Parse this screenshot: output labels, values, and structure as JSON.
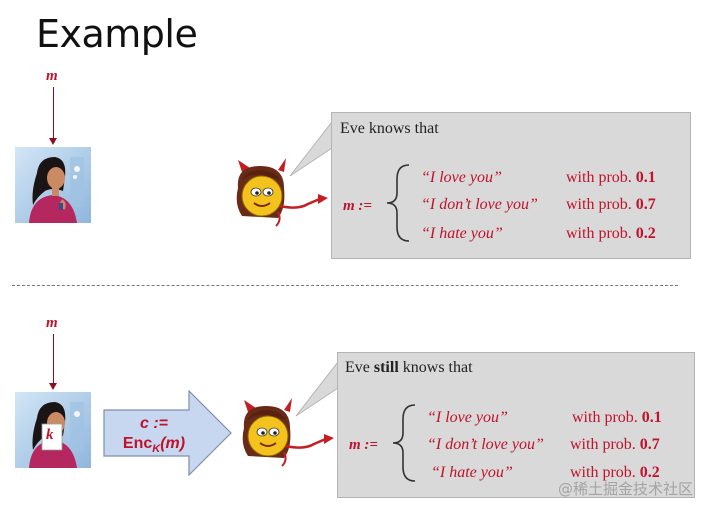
{
  "title": "Example",
  "top": {
    "message_var": "m",
    "callout_header_prefix": "Eve knows that",
    "m_label": "m :=",
    "rows": [
      {
        "message": "“I love you”",
        "prob_text": "with prob.",
        "prob_value": "0.1"
      },
      {
        "message": "“I don’t love you”",
        "prob_text": "with prob.",
        "prob_value": "0.7"
      },
      {
        "message": "“I hate you”",
        "prob_text": "with prob.",
        "prob_value": "0.2"
      }
    ]
  },
  "bottom": {
    "message_var": "m",
    "key_label": "k",
    "enc_line1": "c :=",
    "enc_line2": "Enc",
    "enc_sub": "K",
    "enc_arg": "(m)",
    "callout_header_prefix": "Eve ",
    "callout_header_bold": "still",
    "callout_header_suffix": " knows that",
    "m_label": "m :=",
    "rows": [
      {
        "message": "“I love you”",
        "prob_text": "with prob.",
        "prob_value": "0.1"
      },
      {
        "message": "“I don’t love you”",
        "prob_text": "with prob.",
        "prob_value": "0.7"
      },
      {
        "message": "“I hate you”",
        "prob_text": "with prob.",
        "prob_value": "0.2"
      }
    ]
  },
  "watermark": "@稀土掘金技术社区",
  "colors": {
    "accent": "#c0122a",
    "callout_bg": "#d9d9d9",
    "arrow_fill": "#c6d7ef"
  }
}
